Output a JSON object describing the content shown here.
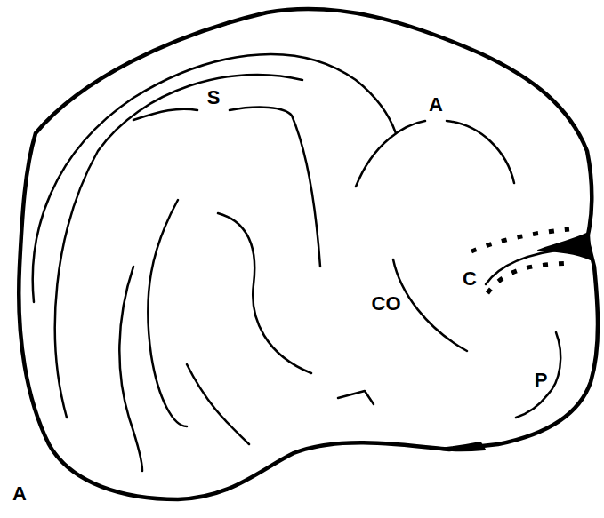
{
  "diagram": {
    "labels": [
      "S",
      "A",
      "CO",
      "C",
      "P",
      "A"
    ]
  }
}
